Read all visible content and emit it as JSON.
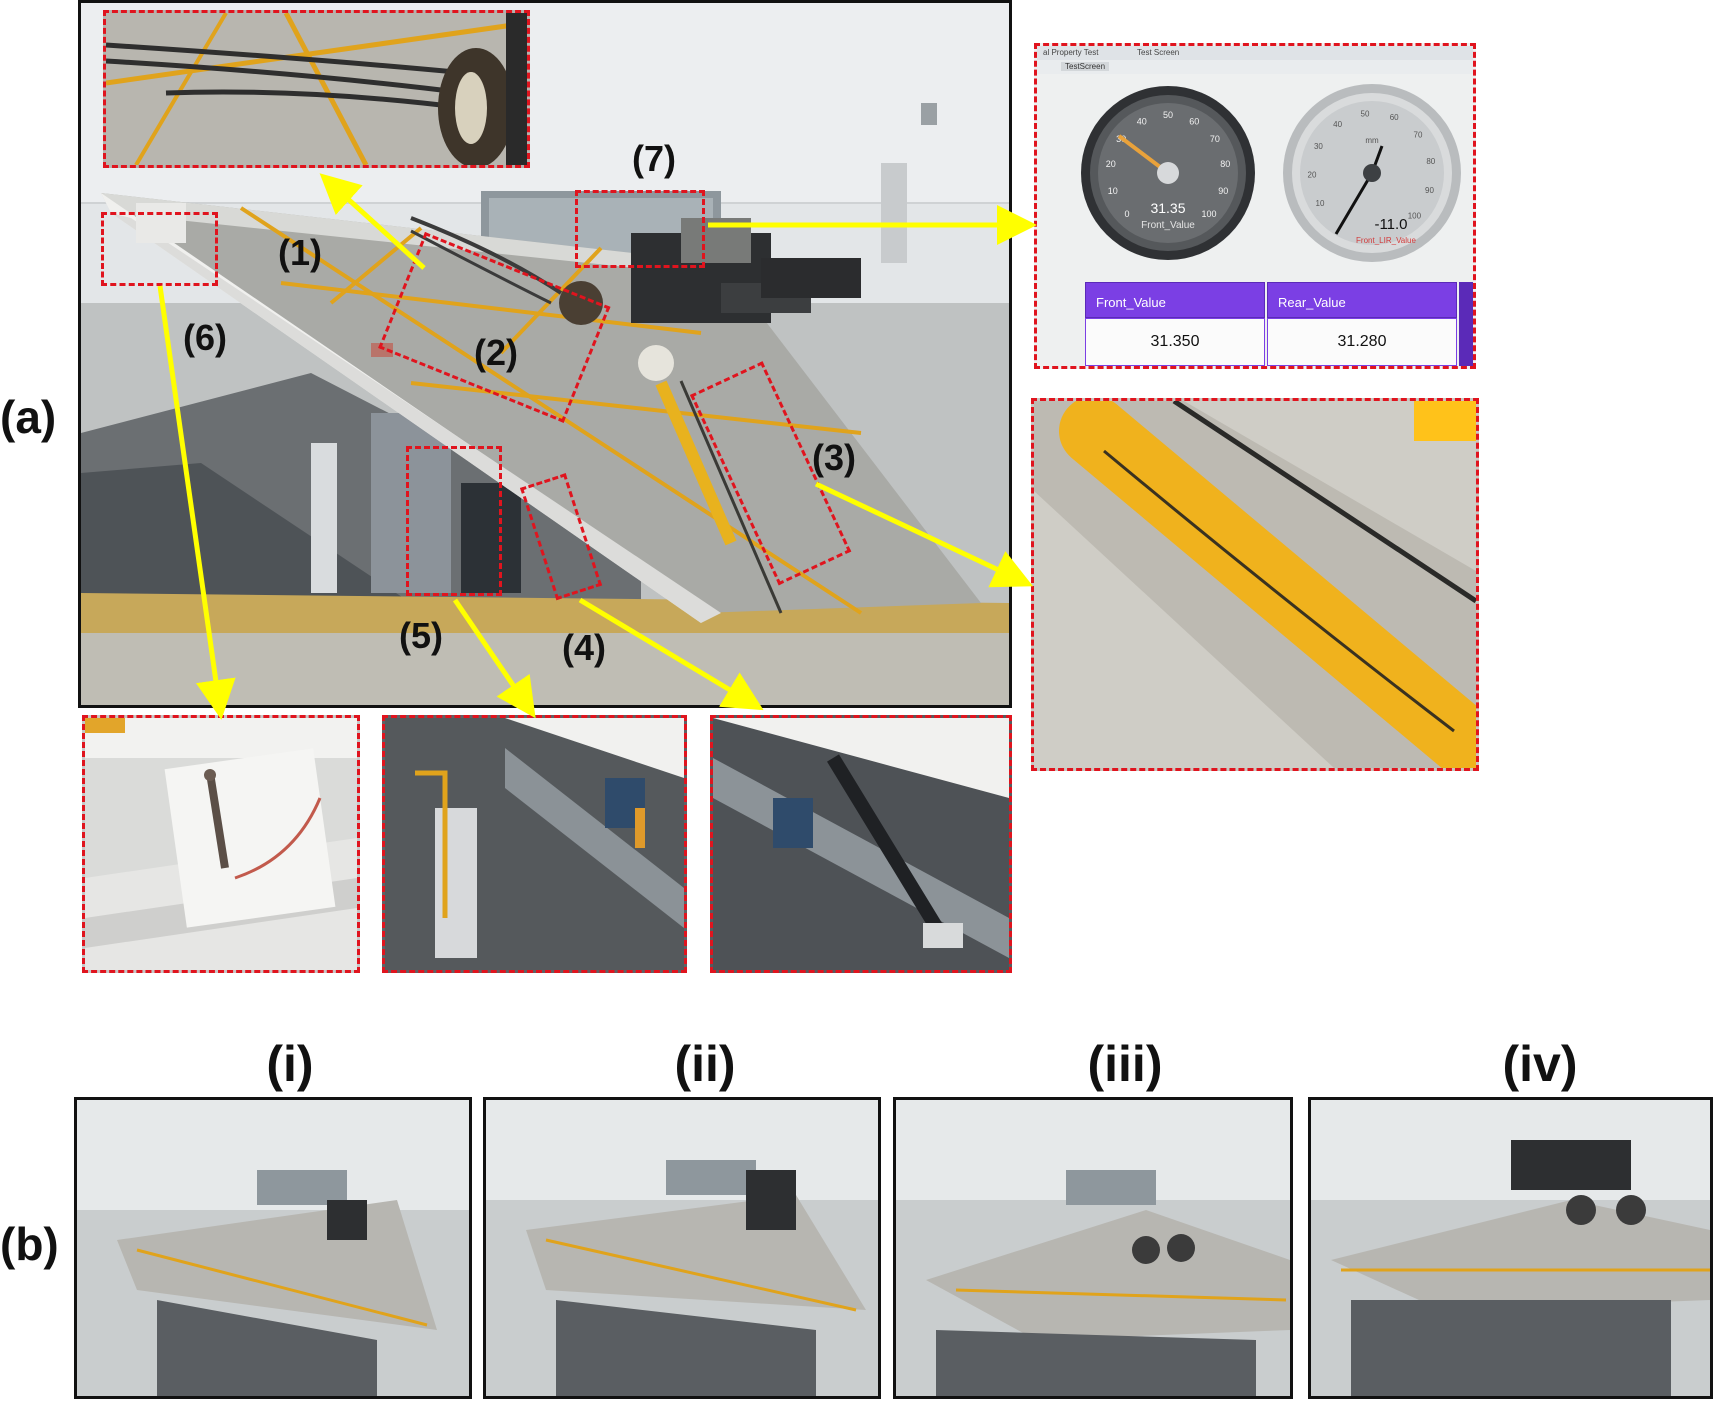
{
  "figure": {
    "panel_a_label": "(a)",
    "panel_b_label": "(b)",
    "callouts": [
      "(1)",
      "(2)",
      "(3)",
      "(4)",
      "(5)",
      "(6)",
      "(7)"
    ],
    "subpanels": [
      "(i)",
      "(ii)",
      "(iii)",
      "(iv)"
    ]
  },
  "screen": {
    "menu_tab_a": "al Property Test",
    "menu_tab_b": "Test Screen",
    "toolbar_item": "TestScreen",
    "gauge_left": {
      "value_text": "31.35",
      "label": "Front_Value",
      "ticks": [
        "0",
        "10",
        "20",
        "30",
        "40",
        "50",
        "60",
        "70",
        "80",
        "90",
        "100"
      ]
    },
    "gauge_right": {
      "value_text": "-11.0",
      "label": "Front_LIR_Value",
      "unit": "mm",
      "ticks": [
        "10",
        "20",
        "30",
        "40",
        "50",
        "60",
        "70",
        "80",
        "90",
        "100"
      ]
    },
    "table_headers": [
      "Front_Value",
      "Rear_Value"
    ],
    "table_values": [
      "31.350",
      "31.280"
    ]
  },
  "colors": {
    "dash_red": "#e0141e",
    "arrow_yellow": "#ffff00",
    "ramp_yellow": "#e8a21a",
    "table_header": "#7b3fe4"
  }
}
